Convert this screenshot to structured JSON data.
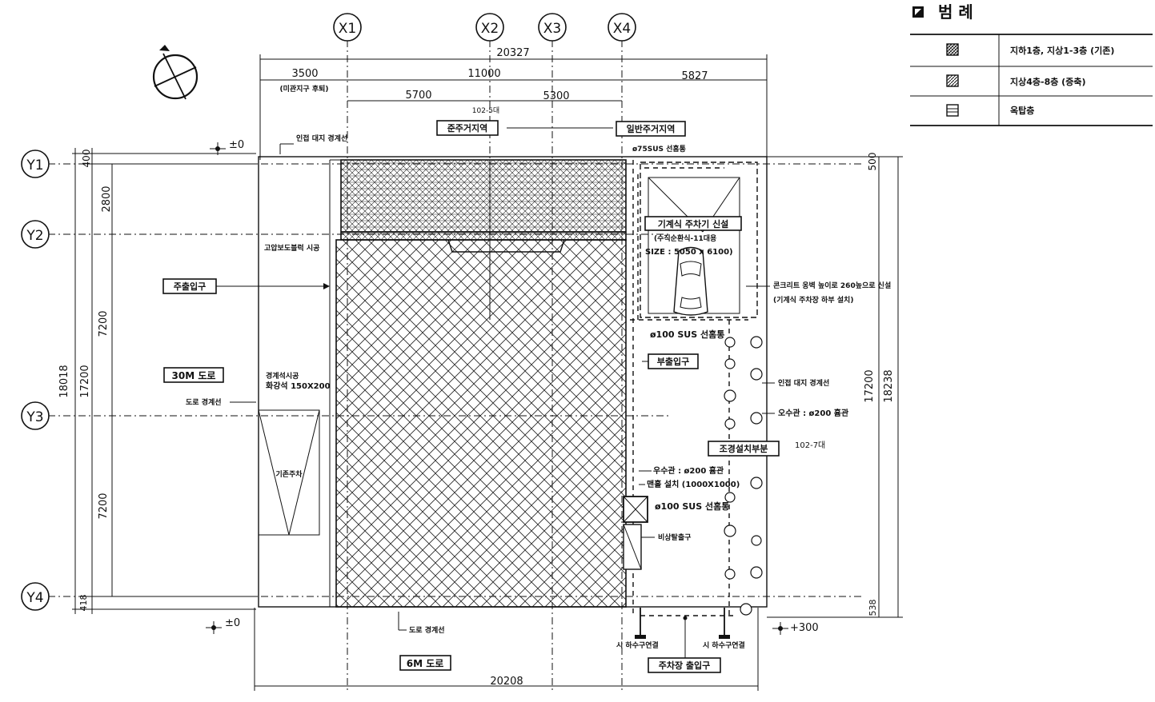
{
  "legend": {
    "title": "범 례",
    "rows": [
      {
        "label": "지하1층, 지상1-3층 (기존)"
      },
      {
        "label": "지상4층-8층 (증축)"
      },
      {
        "label": "옥탑층"
      }
    ]
  },
  "grid_labels": {
    "x1": "X1",
    "x2": "X2",
    "x3": "X3",
    "x4": "X4",
    "y1": "Y1",
    "y2": "Y2",
    "y3": "Y3",
    "y4": "Y4"
  },
  "dimensions": {
    "top_total": "20327",
    "top_left": "3500",
    "top_mid": "11000",
    "top_right": "5827",
    "top_sub_left": "5700",
    "top_sub_right": "5300",
    "bottom_total": "20208",
    "left_outer": "18018",
    "left_inner": "17200",
    "left_top": "400",
    "left_2800": "2800",
    "left_7200_a": "7200",
    "left_7200_b": "7200",
    "left_bottom": "418",
    "right_outer": "18238",
    "right_inner": "17200",
    "right_top": "500",
    "right_bottom": "538"
  },
  "levels": {
    "top_left": "±0",
    "bottom_left": "±0",
    "bottom_right": "+300"
  },
  "labels": {
    "beautification_zone": "(미관지구 후퇴)",
    "plot_102_5": "102-5대",
    "plot_102_7": "102-7대",
    "zone_residential_near": "준주거지역",
    "zone_residential_general": "일반주거지역",
    "adjacent_boundary_top": "인접 대지 경계선",
    "sus_75": "ø75SUS 선홈통",
    "mechanical_parking": "기계식 주차기 신설",
    "parking_type": "(수직순환식-11대용",
    "parking_size": "SIZE : 5050 x 6100)",
    "concrete_foundation": "콘크리트 옹벽 높이로 260높으로 신설",
    "foundation_note": "(기계식 주차장 하부 설치)",
    "sus_100_top": "ø100 SUS 선홈통",
    "sub_entrance": "부출입구",
    "adjacent_boundary_right": "인접 대지 경계선",
    "sewer_200_right": "오수관 : ø200 흄관",
    "landscaping": "조경설치부분",
    "rain_200": "우수관 : ø200 흄관",
    "manhole": "맨홀 설치 (1000X1000)",
    "sus_100_bottom": "ø100 SUS 선홈통",
    "emergency_exit": "비상탈출구",
    "city_manhole_left": "시 하수구연결",
    "city_manhole_right": "시 하수구연결",
    "parking_entrance": "주차장 출입구",
    "road_boundary_bottom": "도로 경계선",
    "road_6m": "6M 도로",
    "road_30m": "30M 도로",
    "main_entrance": "주출입구",
    "pedestrian_block": "고압보도블럭 시공",
    "cover_note_a": "경계석시공",
    "cover_note_b": "화강석 150X200",
    "road_boundary_left": "도로 경계선",
    "existing_parking": "기존주차"
  }
}
